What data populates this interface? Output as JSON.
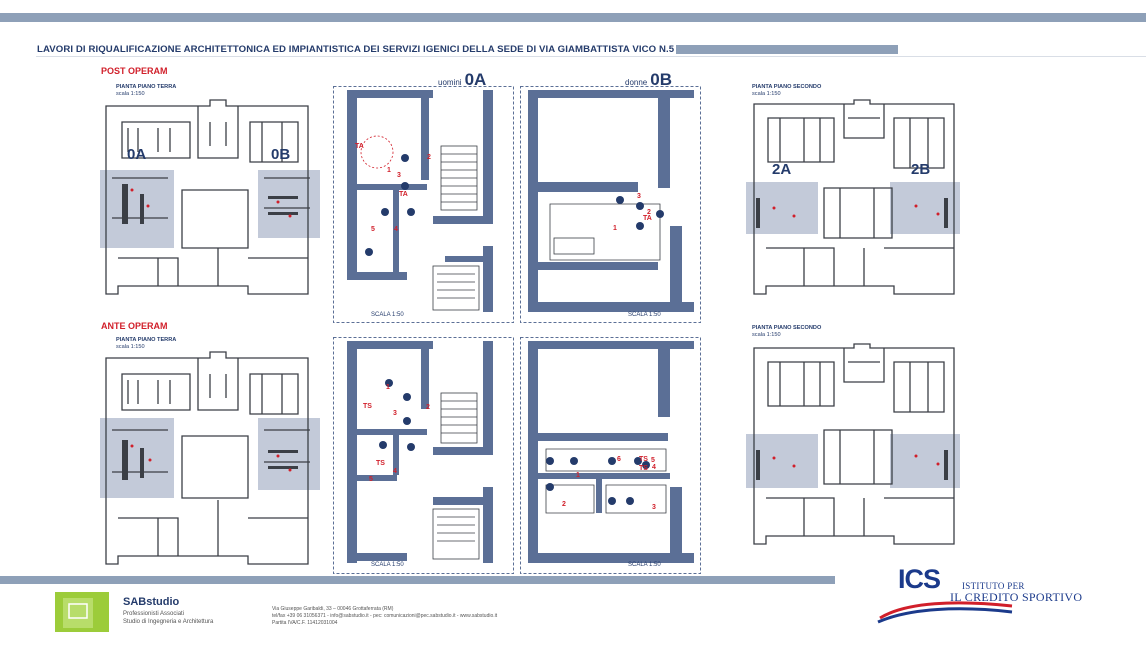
{
  "title": "LAVORI DI RIQUALIFICAZIONE ARCHITETTONICA ED IMPIANTISTICA DEI SERVIZI IGENICI DELLA SEDE DI VIA GIAMBATTISTA VICO N.5 - ROMA",
  "post": {
    "label": "POST OPERAM",
    "ground": {
      "caption": "PIANTA PIANO TERRA",
      "scale": "scala 1:150",
      "left_wing": "0A",
      "right_wing": "0B"
    },
    "second": {
      "caption": "PIANTA PIANO SECONDO",
      "scale": "scala 1:150",
      "left_wing": "2A",
      "right_wing": "2B"
    },
    "detail_men": {
      "prefix": "uomini",
      "code": "0A",
      "scale": "SCALA 1:50"
    },
    "detail_women": {
      "prefix": "donne",
      "code": "0B",
      "scale": "SCALA 1:50"
    }
  },
  "ante": {
    "label": "ANTE OPERAM",
    "ground": {
      "caption": "PIANTA PIANO TERRA",
      "scale": "scala 1:150"
    },
    "second": {
      "caption": "PIANTA PIANO SECONDO",
      "scale": "scala 1:150"
    },
    "detail_men": {
      "scale": "SCALA 1:50"
    },
    "detail_women": {
      "scale": "SCALA 1:50"
    }
  },
  "room_marks": {
    "post_men": [
      "TA",
      "1",
      "2",
      "3",
      "TA",
      "4",
      "5"
    ],
    "post_women": [
      "1",
      "2",
      "3",
      "TA"
    ],
    "ante_men": [
      "TS",
      "1",
      "2",
      "3",
      "TS",
      "4",
      "5"
    ],
    "ante_women": [
      "1",
      "2",
      "3",
      "4",
      "5",
      "6",
      "TS",
      "TS"
    ]
  },
  "footer": {
    "studio_name": "SABstudio",
    "studio_sub1": "Professionisti Associati",
    "studio_sub2": "Studio di Ingegneria e Architettura",
    "addr1": "Via Giuseppe Garibaldi, 33 – 00046 Grottaferrata (RM)",
    "addr2": "tel/fax +39 06 31056371 - info@sabstudio.it - pec: comunicazioni@pec.sabstudio.it - www.sabstudio.it",
    "addr3": "Partita IVA/C.F. 11412031004"
  },
  "ics": {
    "mark": "ICS",
    "line1": "ISTITUTO PER",
    "line2": "IL CREDITO SPORTIVO"
  },
  "colors": {
    "wall": "#5b6f96",
    "navy": "#243b6b",
    "red": "#d11f2a",
    "highlight": "#c3cad9",
    "bar": "#8ea0b8"
  }
}
